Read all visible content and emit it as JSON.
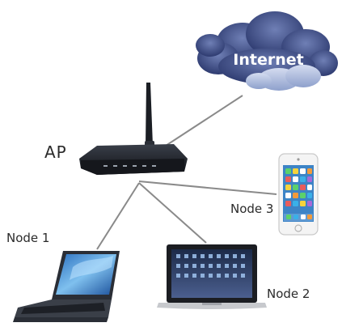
{
  "diagram": {
    "internet_label": "Internet",
    "ap_label": "AP",
    "nodes": [
      {
        "label": "Node 1",
        "device": "windows-laptop"
      },
      {
        "label": "Node 2",
        "device": "macbook-laptop"
      },
      {
        "label": "Node 3",
        "device": "smartphone"
      }
    ]
  },
  "icons": {
    "cloud": "internet-cloud-icon",
    "router": "wireless-router-icon",
    "laptop1": "laptop-icon",
    "laptop2": "laptop-icon",
    "phone": "smartphone-icon"
  },
  "colors": {
    "cloud_dark": "#3f4f86",
    "cloud_light": "#a8b8dd",
    "connection_line": "#8a8a8a",
    "router_body": "#1c1f26",
    "label_text": "#2b2b2b"
  }
}
